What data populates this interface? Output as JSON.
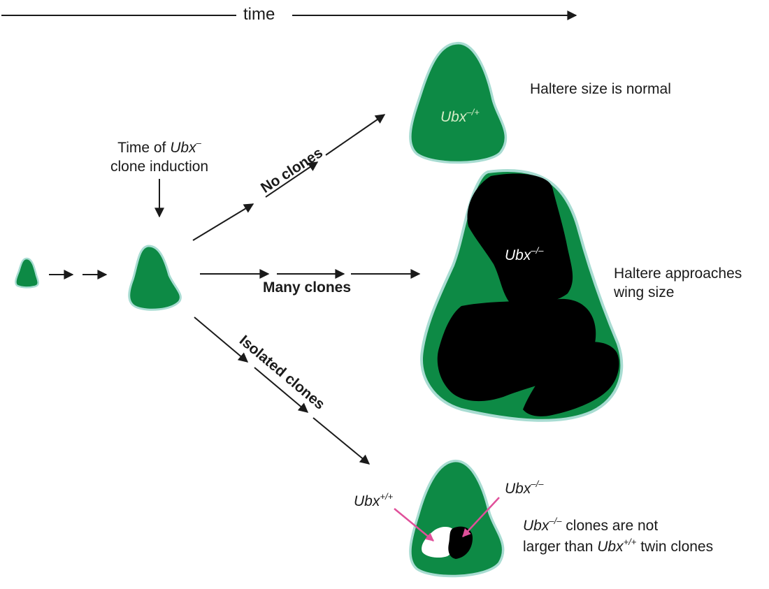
{
  "time_axis": {
    "label": "time"
  },
  "induction": {
    "line1_prefix": "Time of",
    "gene": "Ubx",
    "line1_superscript": "–",
    "line2": "clone induction"
  },
  "branches": {
    "no_clones": "No clones",
    "many_clones": "Many clones",
    "isolated_clones": "Isolated clones"
  },
  "outcomes": {
    "normal": {
      "genotype": "Ubx",
      "genotype_sup": "–/+",
      "caption": "Haltere size is normal"
    },
    "many": {
      "genotype": "Ubx",
      "genotype_sup": "–/–",
      "caption_line1": "Haltere approaches",
      "caption_line2": "wing size"
    },
    "isolated": {
      "label_wt": "Ubx",
      "label_wt_sup": "+/+",
      "label_mut": "Ubx",
      "label_mut_sup": "–/–",
      "caption_line1_gene": "Ubx",
      "caption_line1_sup": "–/–",
      "caption_line1_text": " clones are not",
      "caption_line2_text": "larger than ",
      "caption_line2_gene": "Ubx",
      "caption_line2_sup": "+/+",
      "caption_line2_end": " twin clones"
    }
  },
  "colors": {
    "haltere_green": "#0d8a45",
    "haltere_edge": "#a8dcd2",
    "clone_mutant": "#000000",
    "clone_twin": "#ffffff",
    "pointer_arrow": "#e0509a",
    "line": "#1a1a1a"
  }
}
